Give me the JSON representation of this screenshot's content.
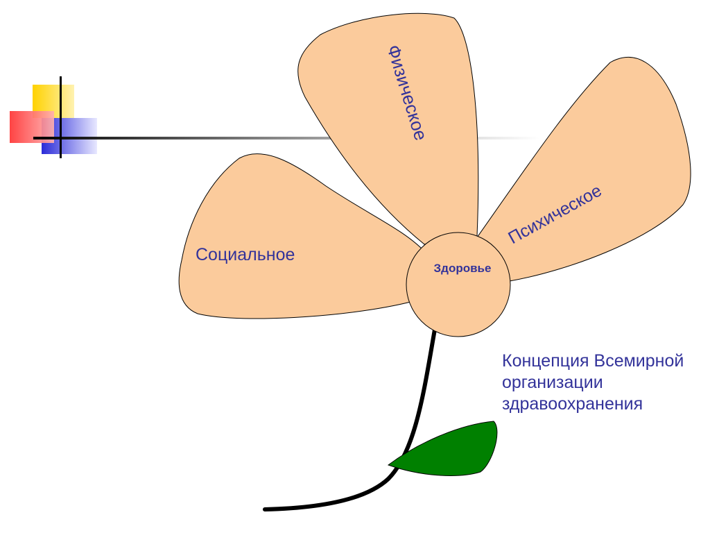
{
  "slide": {
    "colors": {
      "petal_fill": "#FBCB9C",
      "label_color": "#33339A",
      "leaf_fill": "#008000",
      "stem_color": "#000000",
      "deco_yellow": "#FFD200",
      "deco_red": "#FF3333",
      "deco_blue": "#2B2BD8"
    },
    "decoration": {
      "icon": "colored-squares-crosshair-icon"
    },
    "flower": {
      "center_label": "Здоровье",
      "petals": [
        {
          "id": "physical",
          "label": "Физическое"
        },
        {
          "id": "mental",
          "label": "Психическое"
        },
        {
          "id": "social",
          "label": "Социальное"
        }
      ]
    },
    "concept_lines": [
      "Концепция Всемирной",
      "организации",
      "здравоохранения"
    ]
  }
}
